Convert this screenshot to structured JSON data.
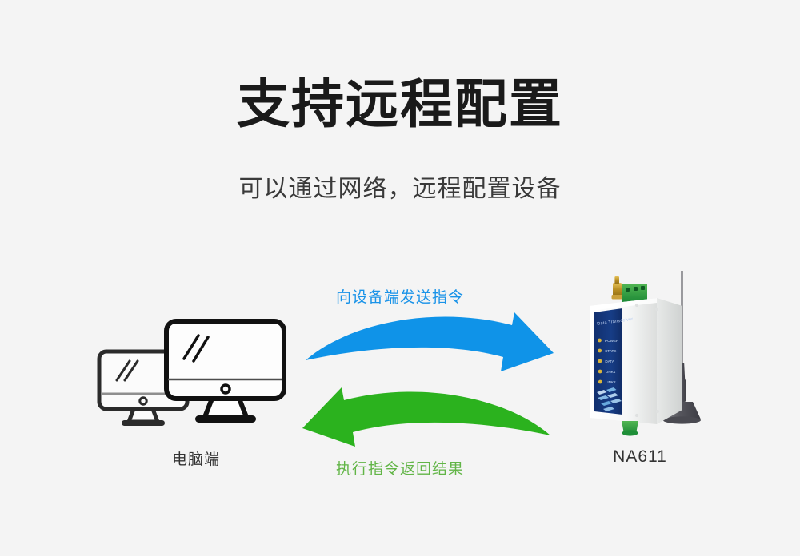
{
  "page": {
    "background_color": "#f4f4f4",
    "title": "支持远程配置",
    "subtitle": "可以通过网络，远程配置设备"
  },
  "diagram": {
    "flow_send": {
      "caption": "向设备端发送指令",
      "color": "#1a93e8",
      "direction": "pc-to-device"
    },
    "flow_return": {
      "caption": "执行指令返回结果",
      "color": "#2bb21e",
      "direction": "device-to-pc"
    },
    "pc_node": {
      "label": "电脑端",
      "icon": "dual-monitor-icon"
    },
    "device_node": {
      "label": "NA611",
      "icon": "din-rail-modem-icon",
      "panel_brand": "Data Transceiver",
      "panel_color": "#16367a",
      "leds": [
        {
          "label": "POWER"
        },
        {
          "label": "STATE"
        },
        {
          "label": "DATA"
        },
        {
          "label": "LINK1"
        },
        {
          "label": "LINK2"
        }
      ],
      "accessories": {
        "antenna": "magnetic-base-antenna",
        "connector": "sma-connector",
        "terminal_block": "green-terminal-block",
        "din_clip": "green-din-clip"
      }
    }
  },
  "colors": {
    "blue_arrow": "#0f93e8",
    "green_arrow": "#2bb21e",
    "title_text": "#1a1a1a",
    "subtitle_text": "#3a3a3a",
    "caption_blue": "#1a93e8",
    "caption_green": "#62b547"
  }
}
